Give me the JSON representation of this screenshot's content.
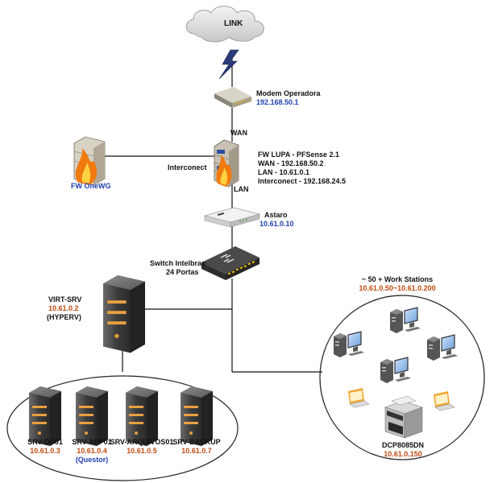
{
  "link": {
    "label": "LINK"
  },
  "modem": {
    "name": "Modem Operadora",
    "ip": "192.168.50.1"
  },
  "fw_lupa": {
    "wan_label": "WAN",
    "lan_label": "LAN",
    "title": "FW LUPA - PFSense 2.1",
    "wan": "WAN - 192.168.50.2",
    "lan": "LAN - 10.61.0.1",
    "interconnect": "Interconect - 192.168.24.5"
  },
  "fw_onewg": {
    "name": "FW OneWG",
    "link_label": "Interconect"
  },
  "astaro": {
    "name": "Astaro",
    "ip": "10.61.0.10"
  },
  "switch": {
    "name": "Switch Intelbras",
    "ports": "24 Portas"
  },
  "virt": {
    "name": "VIRT-SRV",
    "ip": "10.61.0.2",
    "role": "(HYPERV)"
  },
  "servers": [
    {
      "name": "SRV-DC01",
      "ip": "10.61.0.3",
      "note": ""
    },
    {
      "name": "SRV-APP01",
      "ip": "10.61.0.4",
      "note": "(Questor)"
    },
    {
      "name": "SRV-ARQUIVOS01",
      "ip": "10.61.0.5",
      "note": ""
    },
    {
      "name": "SRV-BACKUP",
      "ip": "10.61.0.7",
      "note": ""
    }
  ],
  "workstations": {
    "title": "~ 50 + Work Stations",
    "range": "10.61.0.50~10.61.0.200"
  },
  "printer": {
    "name": "DCP8085DN",
    "ip": "10.61.0.150"
  },
  "colors": {
    "ip_blue": "#1f3fb0",
    "ip_orange": "#c04a10",
    "server_body": "#4a4a4a",
    "server_led": "#e8a040",
    "switch_body": "#3a3a3a",
    "switch_ports": "#f2c200",
    "flame": "#f07a10"
  }
}
